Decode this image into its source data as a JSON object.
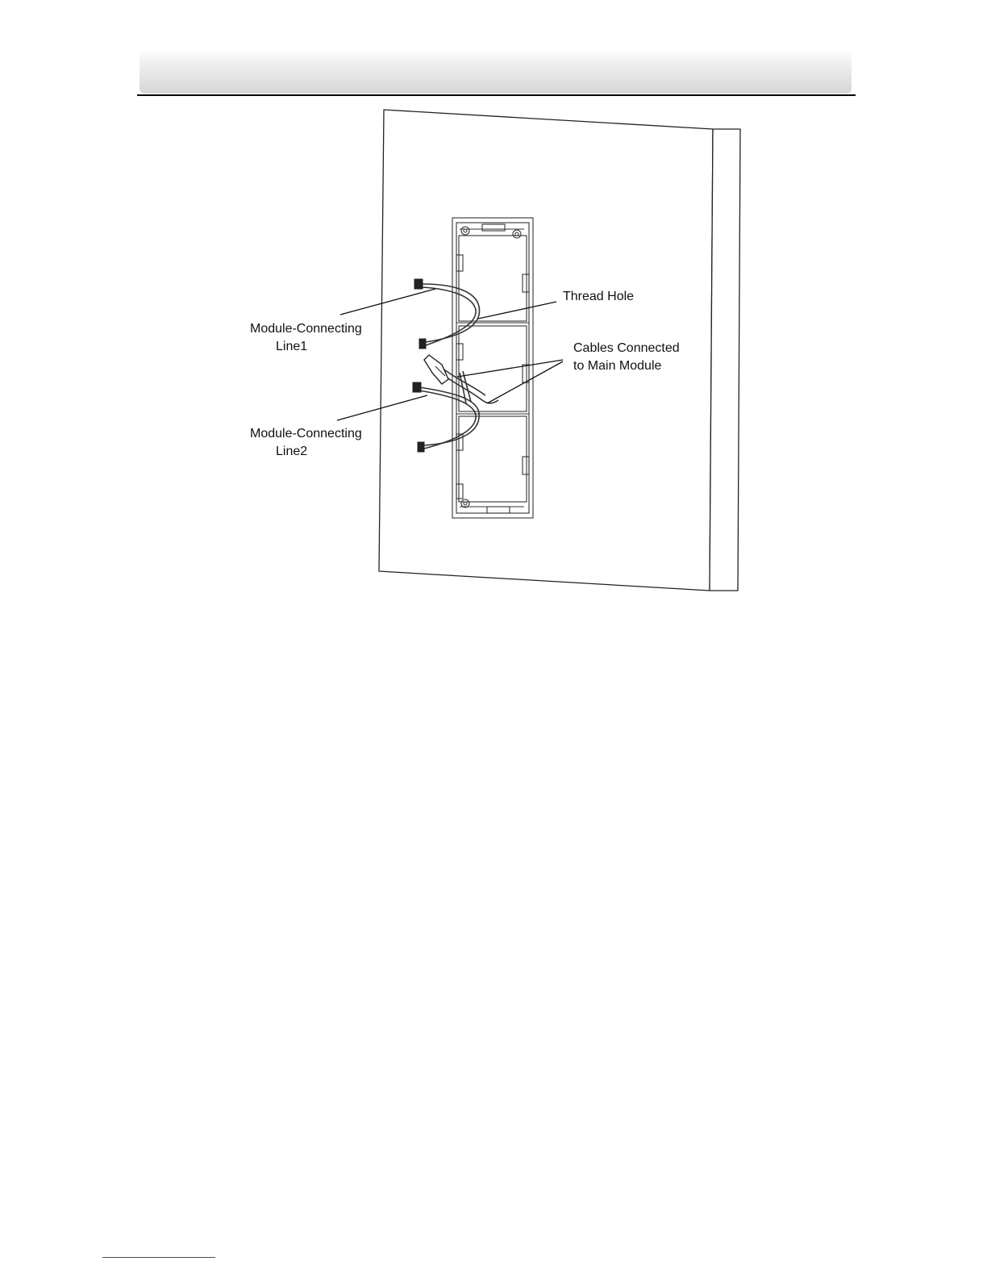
{
  "labels": {
    "module_line1": [
      "Module-Connecting",
      "Line1"
    ],
    "thread_hole": "Thread Hole",
    "cables": [
      "Cables Connected",
      "to Main Module"
    ],
    "module_line2": [
      "Module-Connecting",
      "Line2"
    ]
  }
}
